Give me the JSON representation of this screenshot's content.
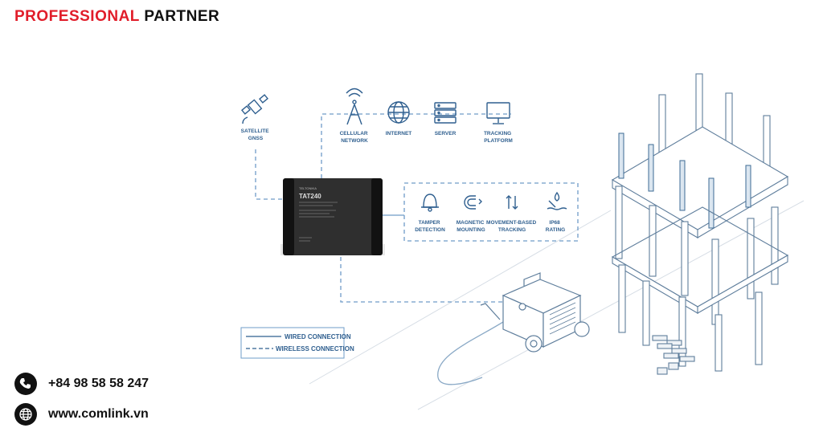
{
  "brand": {
    "part1": "PROFESSIONAL",
    "part2": "PARTNER"
  },
  "nodes": {
    "satellite": [
      "SATELLITE",
      "GNSS"
    ],
    "cellular": [
      "CELLULAR",
      "NETWORK"
    ],
    "internet": [
      "INTERNET"
    ],
    "server": [
      "SERVER"
    ],
    "tracking_platform": [
      "TRACKING",
      "PLATFORM"
    ]
  },
  "device": {
    "model": "TAT240",
    "brand": "TELTONIKA"
  },
  "features": [
    [
      "TAMPER",
      "DETECTION"
    ],
    [
      "MAGNETIC",
      "MOUNTING"
    ],
    [
      "MOVEMENT-BASED",
      "TRACKING"
    ],
    [
      "IP68",
      "RATING"
    ]
  ],
  "legend": {
    "wired": "WIRED CONNECTION",
    "wireless": "WIRELESS CONNECTION"
  },
  "contact": {
    "phone": "+84 98 58 58 247",
    "website": "www.comlink.vn"
  },
  "colors": {
    "brand_red": "#e11d2a",
    "diagram_blue": "#2f5f8f",
    "line_blue": "#6f9cc8"
  }
}
